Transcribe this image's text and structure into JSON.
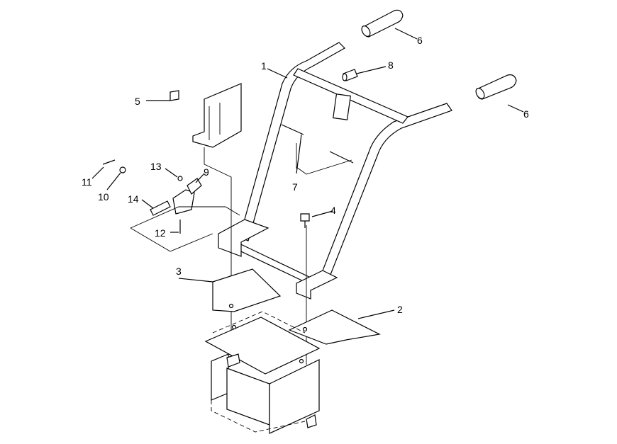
{
  "callouts": [
    "1",
    "2",
    "3",
    "4",
    "5",
    "6",
    "6",
    "7",
    "8",
    "9",
    "10",
    "11",
    "12",
    "13",
    "14"
  ]
}
